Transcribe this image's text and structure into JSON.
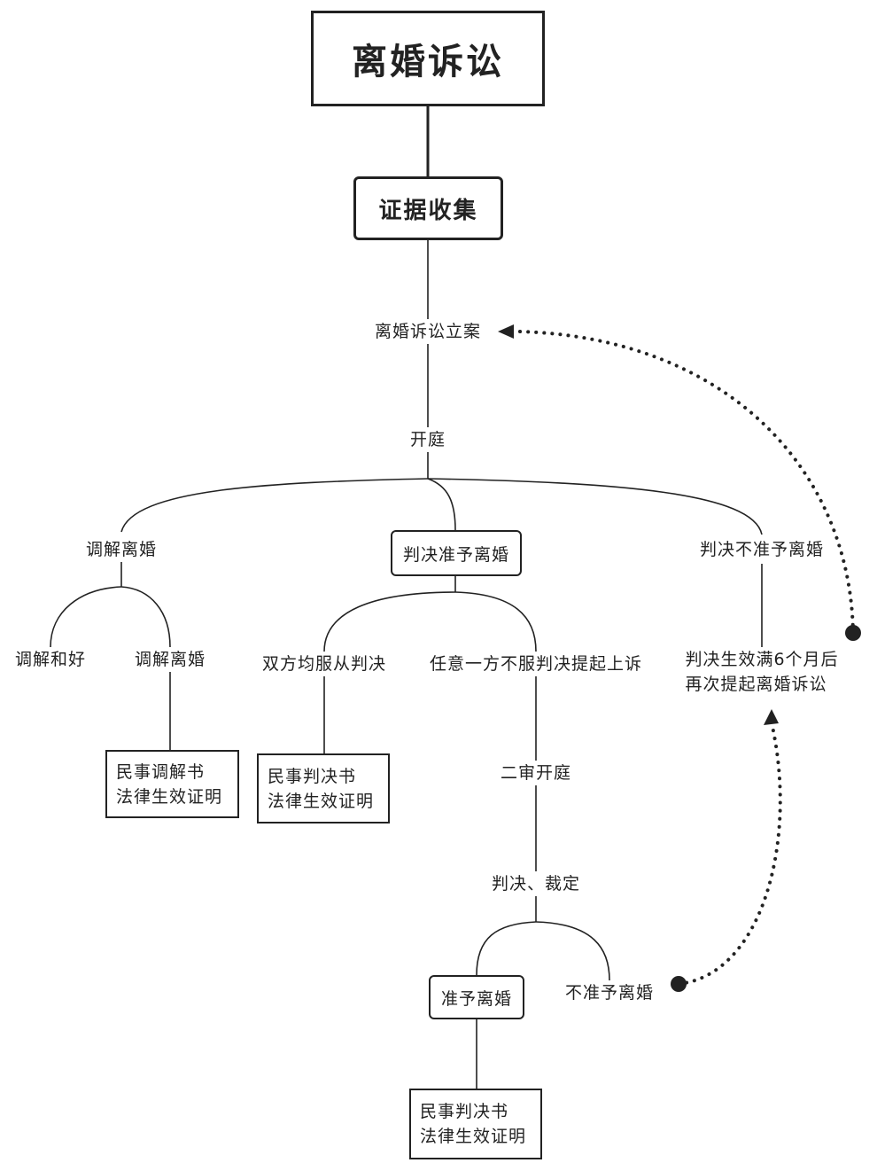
{
  "title": "离婚诉讼",
  "evidence": "证据收集",
  "filing": "离婚诉讼立案",
  "hearing": "开庭",
  "branch_mediation": "调解离婚",
  "branch_granted": "判决准予离婚",
  "branch_denied": "判决不准予离婚",
  "mediation_reconcile": "调解和好",
  "mediation_divorce": "调解离婚",
  "both_accept": "双方均服从判决",
  "appeal": "任意一方不服判决提起上诉",
  "retry_line1": "判决生效满6个月后",
  "retry_line2": "再次提起离婚诉讼",
  "doc_mediation_line1": "民事调解书",
  "doc_mediation_line2": "法律生效证明",
  "doc_judgment_line1": "民事判决书",
  "doc_judgment_line2": "法律生效证明",
  "second_trial": "二审开庭",
  "ruling": "判决、裁定",
  "second_granted": "准予离婚",
  "second_denied": "不准予离婚",
  "doc_final_line1": "民事判决书",
  "doc_final_line2": "法律生效证明"
}
